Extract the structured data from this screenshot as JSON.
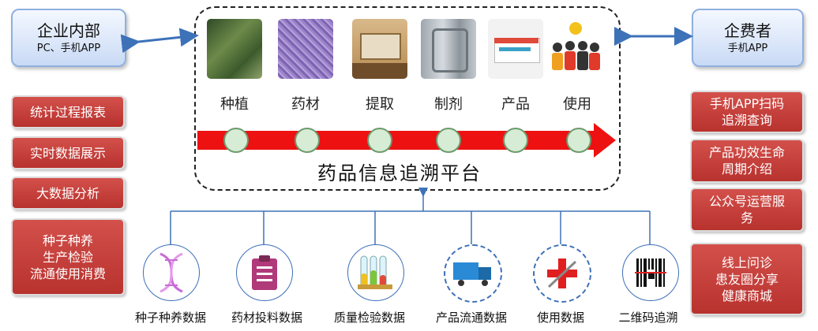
{
  "left": {
    "title": "企业内部",
    "subtitle": "PC、手机APP",
    "items": [
      "统计过程报表",
      "实时数据展示",
      "大数据分析",
      "种子种养\n生产检验\n流通使用消费"
    ]
  },
  "right": {
    "title": "企费者",
    "subtitle": "手机APP",
    "items": [
      "手机APP扫码\n追溯查询",
      "产品功效生命\n周期介绍",
      "公众号运营服\n务",
      "线上问诊\n患友圈分享\n健康商城"
    ]
  },
  "stages": [
    "种植",
    "药材",
    "提取",
    "制剂",
    "产品",
    "使用"
  ],
  "platform_title": "药品信息追溯平台",
  "data_sources": [
    "种子种养数据",
    "药材投料数据",
    "质量检验数据",
    "产品流通数据",
    "使用数据",
    "二维码追溯"
  ],
  "icons": {
    "stage": [
      "plant-photo",
      "herb-photo",
      "extraction-room-photo",
      "equipment-photo",
      "product-box-photo",
      "people-icon"
    ],
    "source": [
      "dna-icon",
      "clipboard-icon",
      "test-tubes-icon",
      "truck-icon",
      "medical-icon",
      "barcode-icon"
    ]
  },
  "colors": {
    "red_box": "#c0403b",
    "arrow_red": "#ee1111",
    "arrow_blue": "#3d72b8",
    "node_green": "#d6ecd4"
  }
}
